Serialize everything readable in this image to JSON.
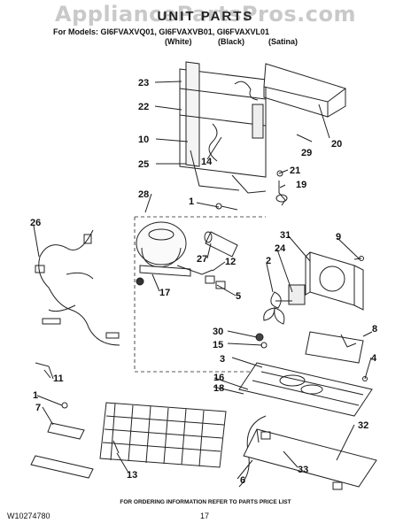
{
  "watermark": "AppliancePartsPros.com",
  "title": "UNIT PARTS",
  "models_line": "For Models: GI6FVAXVQ01, GI6FVAXVB01, GI6FVAXVL01",
  "colors": [
    "(White)",
    "(Black)",
    "(Satina)"
  ],
  "callouts": [
    "23",
    "22",
    "10",
    "25",
    "14",
    "21",
    "19",
    "29",
    "20",
    "28",
    "1",
    "26",
    "27",
    "12",
    "17",
    "5",
    "31",
    "9",
    "2",
    "24",
    "30",
    "15",
    "3",
    "8",
    "4",
    "11",
    "1",
    "7",
    "16",
    "18",
    "13",
    "6",
    "33",
    "32"
  ],
  "footer_note": "FOR ORDERING INFORMATION REFER TO PARTS PRICE LIST",
  "doc_number": "W10274780",
  "page_number": "17"
}
